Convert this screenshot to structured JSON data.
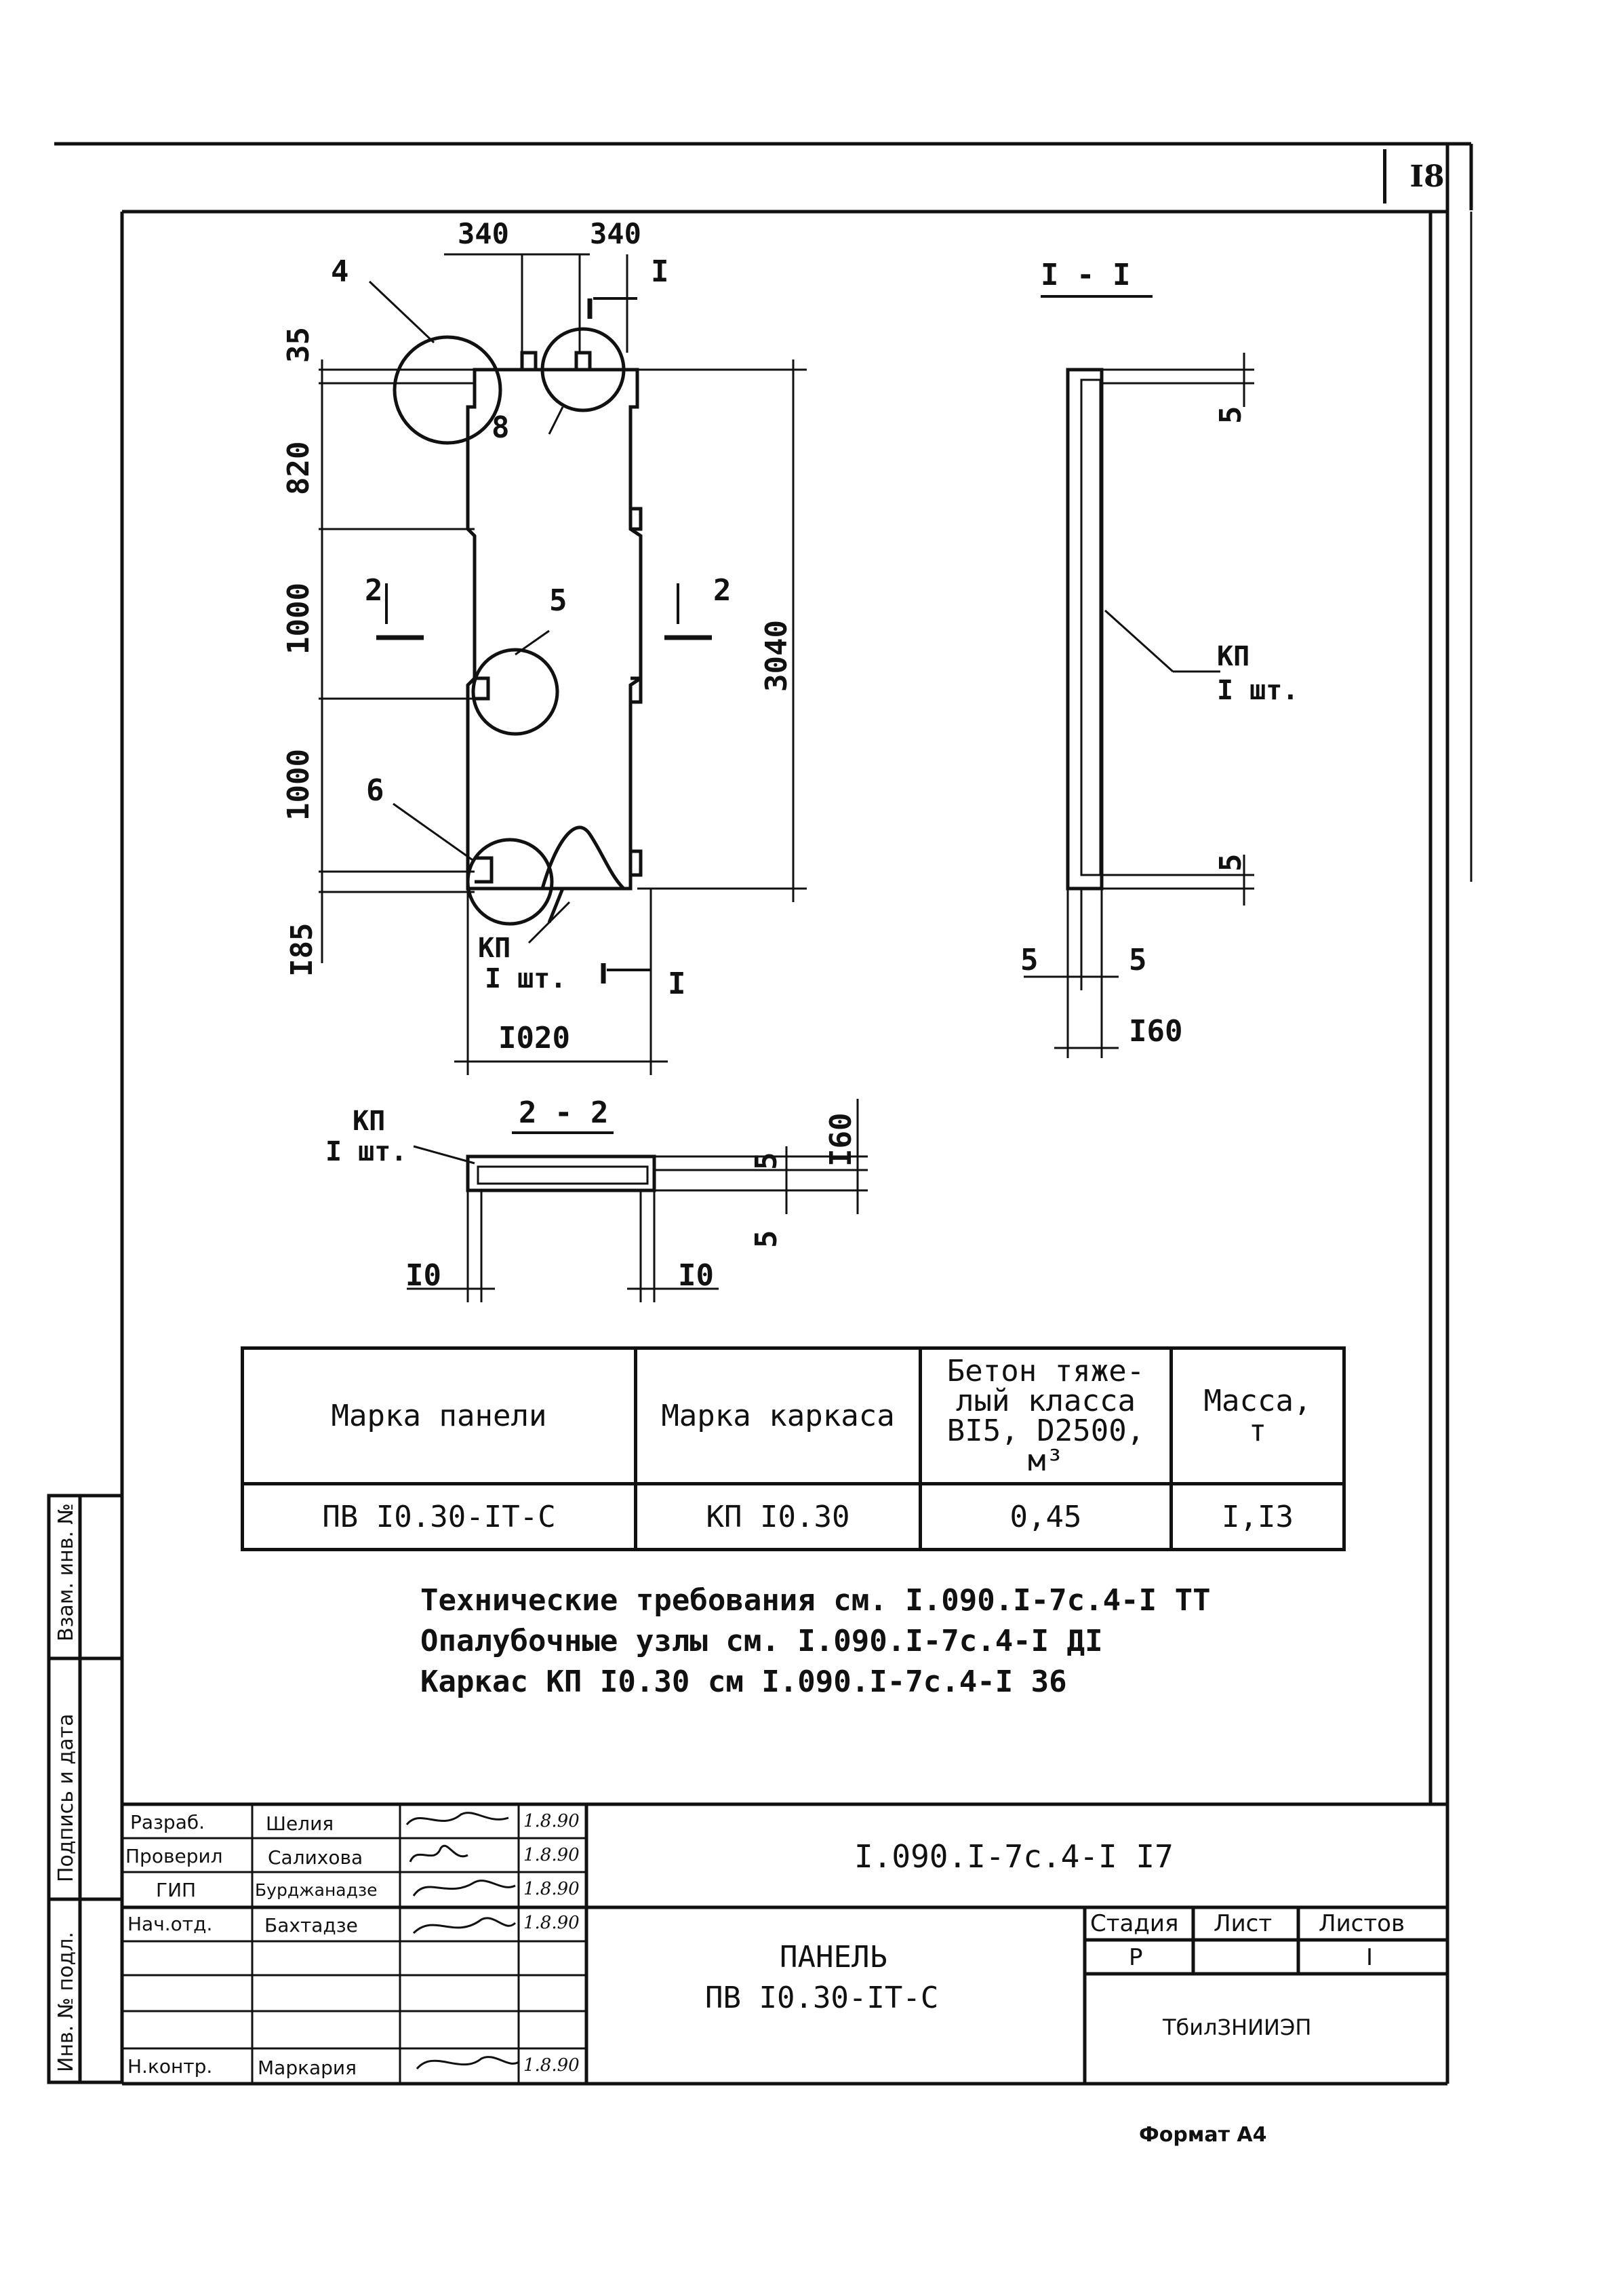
{
  "sheet_number": "I8",
  "format": "Формат А4",
  "drawing": {
    "main_view": {
      "dims_top": [
        "340",
        "340"
      ],
      "dims_left": [
        "35",
        "820",
        "1000",
        "1000",
        "I85"
      ],
      "dim_right": "3040",
      "dim_bottom": "I020",
      "callouts": [
        "4",
        "8",
        "5",
        "6"
      ],
      "section_marks": [
        "I",
        "I",
        "2",
        "2"
      ],
      "frame_label": [
        "КП",
        "I шт."
      ]
    },
    "section_1": {
      "title": "I - I",
      "dims": [
        "5",
        "5",
        "5",
        "5",
        "I60"
      ],
      "frame_label": [
        "КП",
        "I шт."
      ]
    },
    "section_2": {
      "title": "2 - 2",
      "dims": [
        "5",
        "5",
        "I60",
        "I0",
        "I0"
      ],
      "frame_label": [
        "КП",
        "I шт."
      ]
    }
  },
  "spec_table": {
    "headers": [
      "Марка панели",
      "Марка каркаса",
      "Бетон тяже-лый класса BI5, D2500, м³",
      "Масса, т"
    ],
    "header_concrete_lines": [
      "Бетон тяже-",
      "лый класса",
      "BI5, D2500,",
      "м³"
    ],
    "header_mass_lines": [
      "Масса,",
      "т"
    ],
    "row": [
      "ПВ I0.30-IT-С",
      "КП I0.30",
      "0,45",
      "I,I3"
    ]
  },
  "notes": [
    "Технические требования см. I.090.I-7с.4-I ТТ",
    "Опалубочные узлы см. I.090.I-7с.4-I ДI",
    "Каркас КП I0.30 см I.090.I-7с.4-I 36"
  ],
  "side_labels": [
    "Взам. инв. №",
    "Подпись и дата",
    "Инв. № подл."
  ],
  "title_block": {
    "roles": [
      {
        "role": "Разраб.",
        "name": "Шелия",
        "date": "1.8.90"
      },
      {
        "role": "Проверил",
        "name": "Салихова",
        "date": "1.8.90"
      },
      {
        "role": "ГИП",
        "name": "Бурджанадзе",
        "date": "1.8.90"
      },
      {
        "role": "Нач.отд.",
        "name": "Бахтадзе",
        "date": "1.8.90"
      },
      {
        "role": "",
        "name": "",
        "date": ""
      },
      {
        "role": "",
        "name": "",
        "date": ""
      },
      {
        "role": "Н.контр.",
        "name": "Маркария",
        "date": "1.8.90"
      }
    ],
    "document_code": "I.090.I-7с.4-I I7",
    "item_title": [
      "ПАНЕЛЬ",
      "ПВ I0.30-IT-С"
    ],
    "stage_header": "Стадия",
    "sheet_header": "Лист",
    "sheets_header": "Листов",
    "stage": "Р",
    "sheet": "",
    "sheets": "I",
    "organization": "ТбилЗНИИЭП"
  }
}
